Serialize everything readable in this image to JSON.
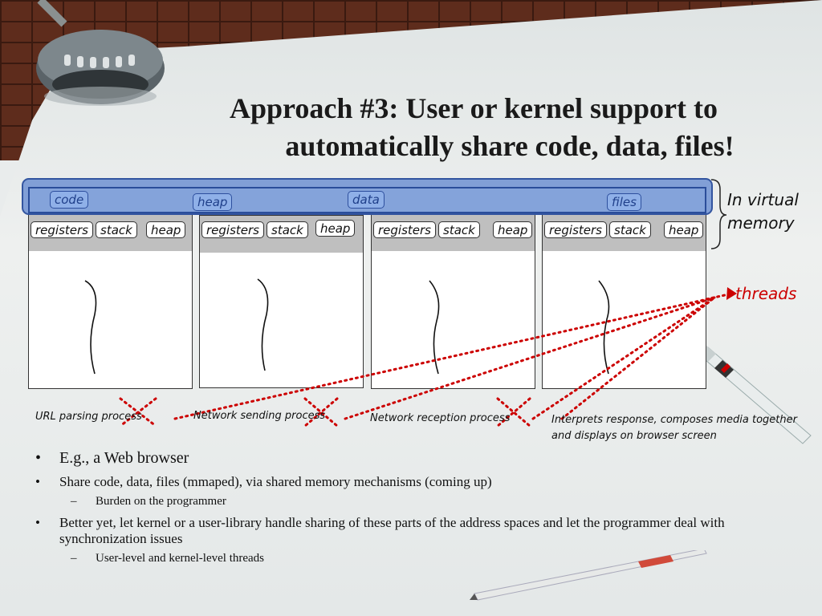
{
  "title": {
    "line1": "Approach #3: User or kernel support to",
    "line2": "automatically share code, data, files!"
  },
  "shared_segments": [
    "code",
    "heap",
    "data",
    "files"
  ],
  "process_segments": [
    "registers",
    "stack",
    "heap"
  ],
  "processes": [
    {
      "label": "URL parsing process"
    },
    {
      "label": "Network sending process"
    },
    {
      "label": "Network reception process"
    },
    {
      "label": "Interprets response, composes media together and displays on browser screen"
    }
  ],
  "annotations": {
    "virtual_memory": "In virtual memory",
    "threads": "threads"
  },
  "colors": {
    "shared_region": "#6e91d2",
    "thread_links": "#cc0000",
    "process_header": "#bfbfbf"
  },
  "bullets": [
    {
      "level": 1,
      "marker": "•",
      "text": "E.g., a Web browser"
    },
    {
      "level": 2,
      "marker": "•",
      "text": "Share code, data, files (mmaped), via shared memory mechanisms (coming up)"
    },
    {
      "level": 3,
      "marker": "–",
      "text": "Burden on the programmer"
    },
    {
      "level": 2,
      "marker": "•",
      "text": "Better yet, let kernel or a user-library handle sharing of these parts of the address spaces and let the programmer deal with synchronization issues"
    },
    {
      "level": 3,
      "marker": "–",
      "text": "User-level and kernel-level threads"
    }
  ]
}
